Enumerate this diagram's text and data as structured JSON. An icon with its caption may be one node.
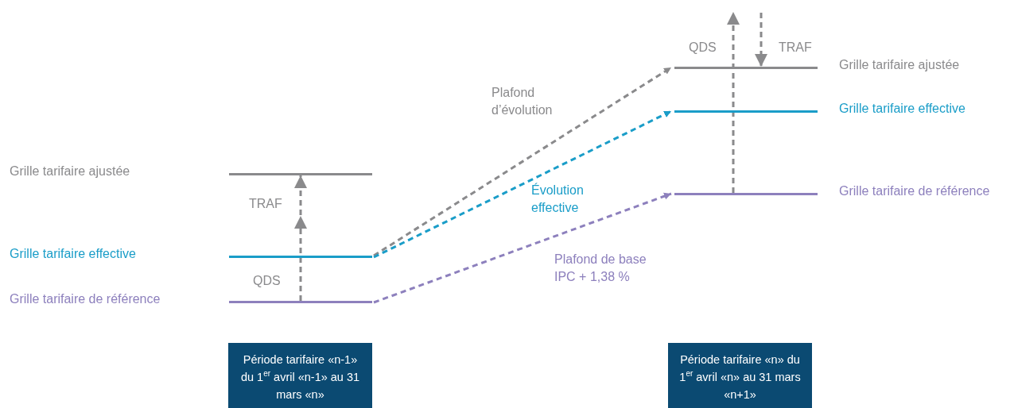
{
  "diagram": {
    "nodes": [
      {
        "text": [],
        "shape": "bar"
      },
      {
        "text": [],
        "shape": "bar"
      },
      {
        "text": [],
        "shape": "bar"
      },
      {
        "text": [],
        "shape": "bar",
        "beside": [
          "Grille tarifaire ajustée"
        ]
      },
      {
        "text": [],
        "shape": "bar",
        "beside": [
          "Grille tarifaire effective"
        ]
      },
      {
        "text": [],
        "shape": "bar",
        "beside": [
          "Grille tarifaire de référence"
        ]
      },
      {
        "text": [
          "Période tarifaire «n-1» du 1$^{er}$ avril «n-1» au 31 mars «n»"
        ]
      },
      {
        "text": [
          "Période tarifaire «n» du 1$^{er}$ avril «n» au 31 mars «n+1»"
        ]
      }
    ],
    "edges": [
      {
        "from": 1,
        "to": 3,
        "arrow": "to",
        "style": "dashed",
        "label": "Plafond d’évolution"
      },
      {
        "from": 1,
        "to": 4,
        "arrow": "to",
        "style": "dashed",
        "color": "#1a9dc8",
        "label": "Évolution effective"
      },
      {
        "from": 2,
        "to": 5,
        "arrow": "to",
        "style": "dashed",
        "color": "#8d80bd",
        "label": "Plafond de base IPC + 1,38 %"
      },
      {
        "from": 2,
        "to": 0,
        "arrow": "to",
        "style": "dashed"
      },
      {
        "from": 5,
        "to": null,
        "arrow": "to",
        "style": "dashed"
      },
      {
        "from": null,
        "to": 3,
        "arrow": "to",
        "style": "dashed"
      }
    ],
    "labels": [
      "QDS",
      "TRAF",
      "Grille tarifaire ajustée",
      "TRAF",
      "Grille tarifaire effective",
      "QDS",
      "Grille tarifaire de référence"
    ]
  }
}
